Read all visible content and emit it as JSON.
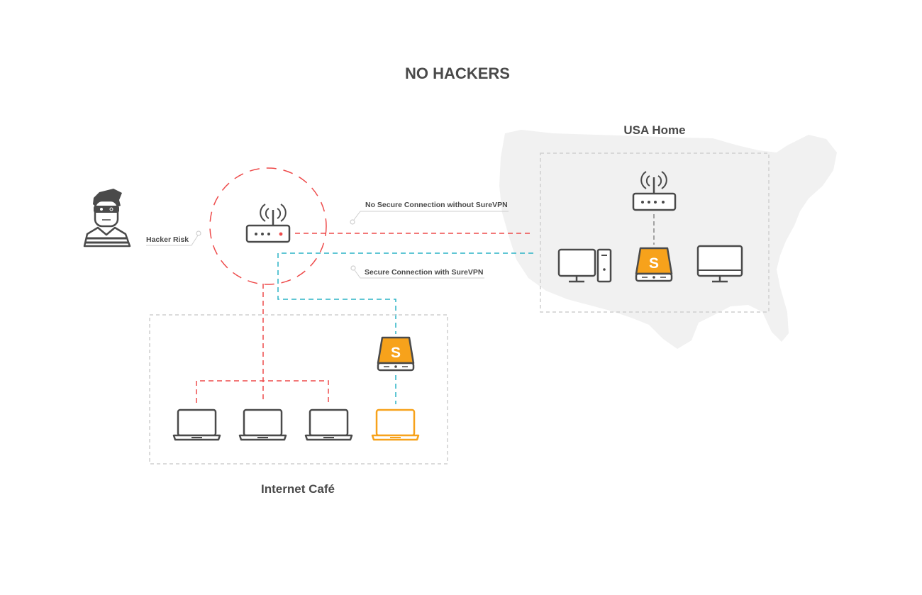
{
  "title": "NO HACKERS",
  "labels": {
    "usa_home": "USA Home",
    "internet_cafe": "Internet Café",
    "hacker_risk": "Hacker Risk",
    "no_secure": "No Secure Connection without SureVPN",
    "secure": "Secure Connection with SureVPN"
  },
  "device_letter": "S",
  "colors": {
    "insecure": "#ee4b4b",
    "secure": "#2bb3c6",
    "accent": "#f7a21b",
    "device": "#4a4a4a",
    "frame": "#cfcfcf",
    "map": "#f1f1f1"
  },
  "icons": [
    "hacker-icon",
    "router-icon",
    "laptop-icon",
    "desktop-computer-icon",
    "monitor-icon",
    "vpn-device-icon"
  ]
}
